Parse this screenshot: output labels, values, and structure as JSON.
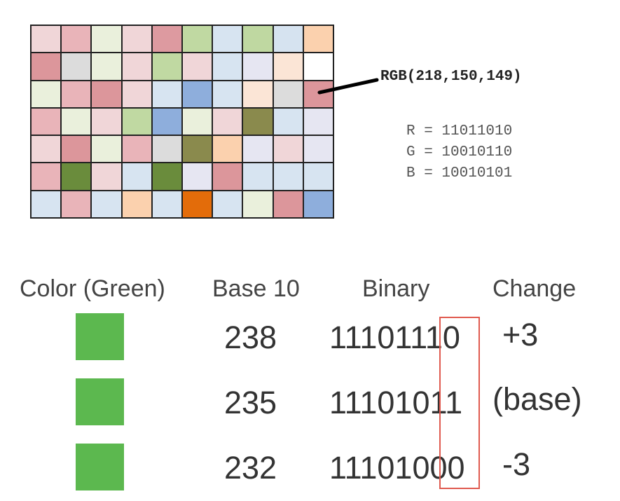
{
  "pixel_grid": {
    "rows": [
      [
        "#f0d6d8",
        "#e9b4b9",
        "#eaf0dc",
        "#f0d6d8",
        "#dd9aa0",
        "#c0d9a2",
        "#d7e4f1",
        "#bfd8a1",
        "#d6e3f0",
        "#fbd1ae"
      ],
      [
        "#dc969b",
        "#dcdcdc",
        "#eaf0dc",
        "#f0d6d8",
        "#c0d9a2",
        "#f0d6d8",
        "#d7e4f1",
        "#e6e6f2",
        "#fbe5d6",
        "#ffffff"
      ],
      [
        "#eaf0dc",
        "#e9b4b9",
        "#dc969b",
        "#f0d6d8",
        "#d7e4f1",
        "#8eaedc",
        "#d7e4f1",
        "#fbe5d6",
        "#dcdcdc",
        "#dc969b"
      ],
      [
        "#e9b4b9",
        "#eaf0dc",
        "#f0d6d8",
        "#c0d9a2",
        "#8eaedc",
        "#eaf0dc",
        "#f0d6d8",
        "#8a8a4d",
        "#d7e4f1",
        "#e6e6f2"
      ],
      [
        "#f0d6d8",
        "#dc969b",
        "#eaf0dc",
        "#e9b4b9",
        "#dcdcdc",
        "#8a8a4d",
        "#fbd1ae",
        "#e6e6f2",
        "#f0d6d8",
        "#e6e6f2"
      ],
      [
        "#e9b4b9",
        "#6a8c3c",
        "#f0d6d8",
        "#d7e4f1",
        "#6a8c3c",
        "#e6e6f2",
        "#dc969b",
        "#d7e4f1",
        "#d7e4f1",
        "#d7e4f1"
      ],
      [
        "#d7e4f1",
        "#e9b4b9",
        "#d7e4f1",
        "#fbd1ae",
        "#d7e4f1",
        "#e36c0a",
        "#d7e4f1",
        "#eaf0dc",
        "#dc969b",
        "#8eaedc"
      ]
    ]
  },
  "callout": {
    "rgb_label": "RGB(218,150,149)",
    "binary_lines": [
      "R = 11011010",
      "G = 10010110",
      "B = 10010101"
    ]
  },
  "table": {
    "headers": {
      "color": "Color (Green)",
      "base10": "Base 10",
      "binary": "Binary",
      "change": "Change"
    },
    "swatch_color": "#5cb84f",
    "highlight_color": "#e05a4f",
    "rows": [
      {
        "base10": "238",
        "binary_high": "111011",
        "binary_low": "10",
        "change": "+3"
      },
      {
        "base10": "235",
        "binary_high": "111010",
        "binary_low": "11",
        "change": "(base)"
      },
      {
        "base10": "232",
        "binary_high": "111010",
        "binary_low": "00",
        "change": "-3"
      }
    ]
  }
}
